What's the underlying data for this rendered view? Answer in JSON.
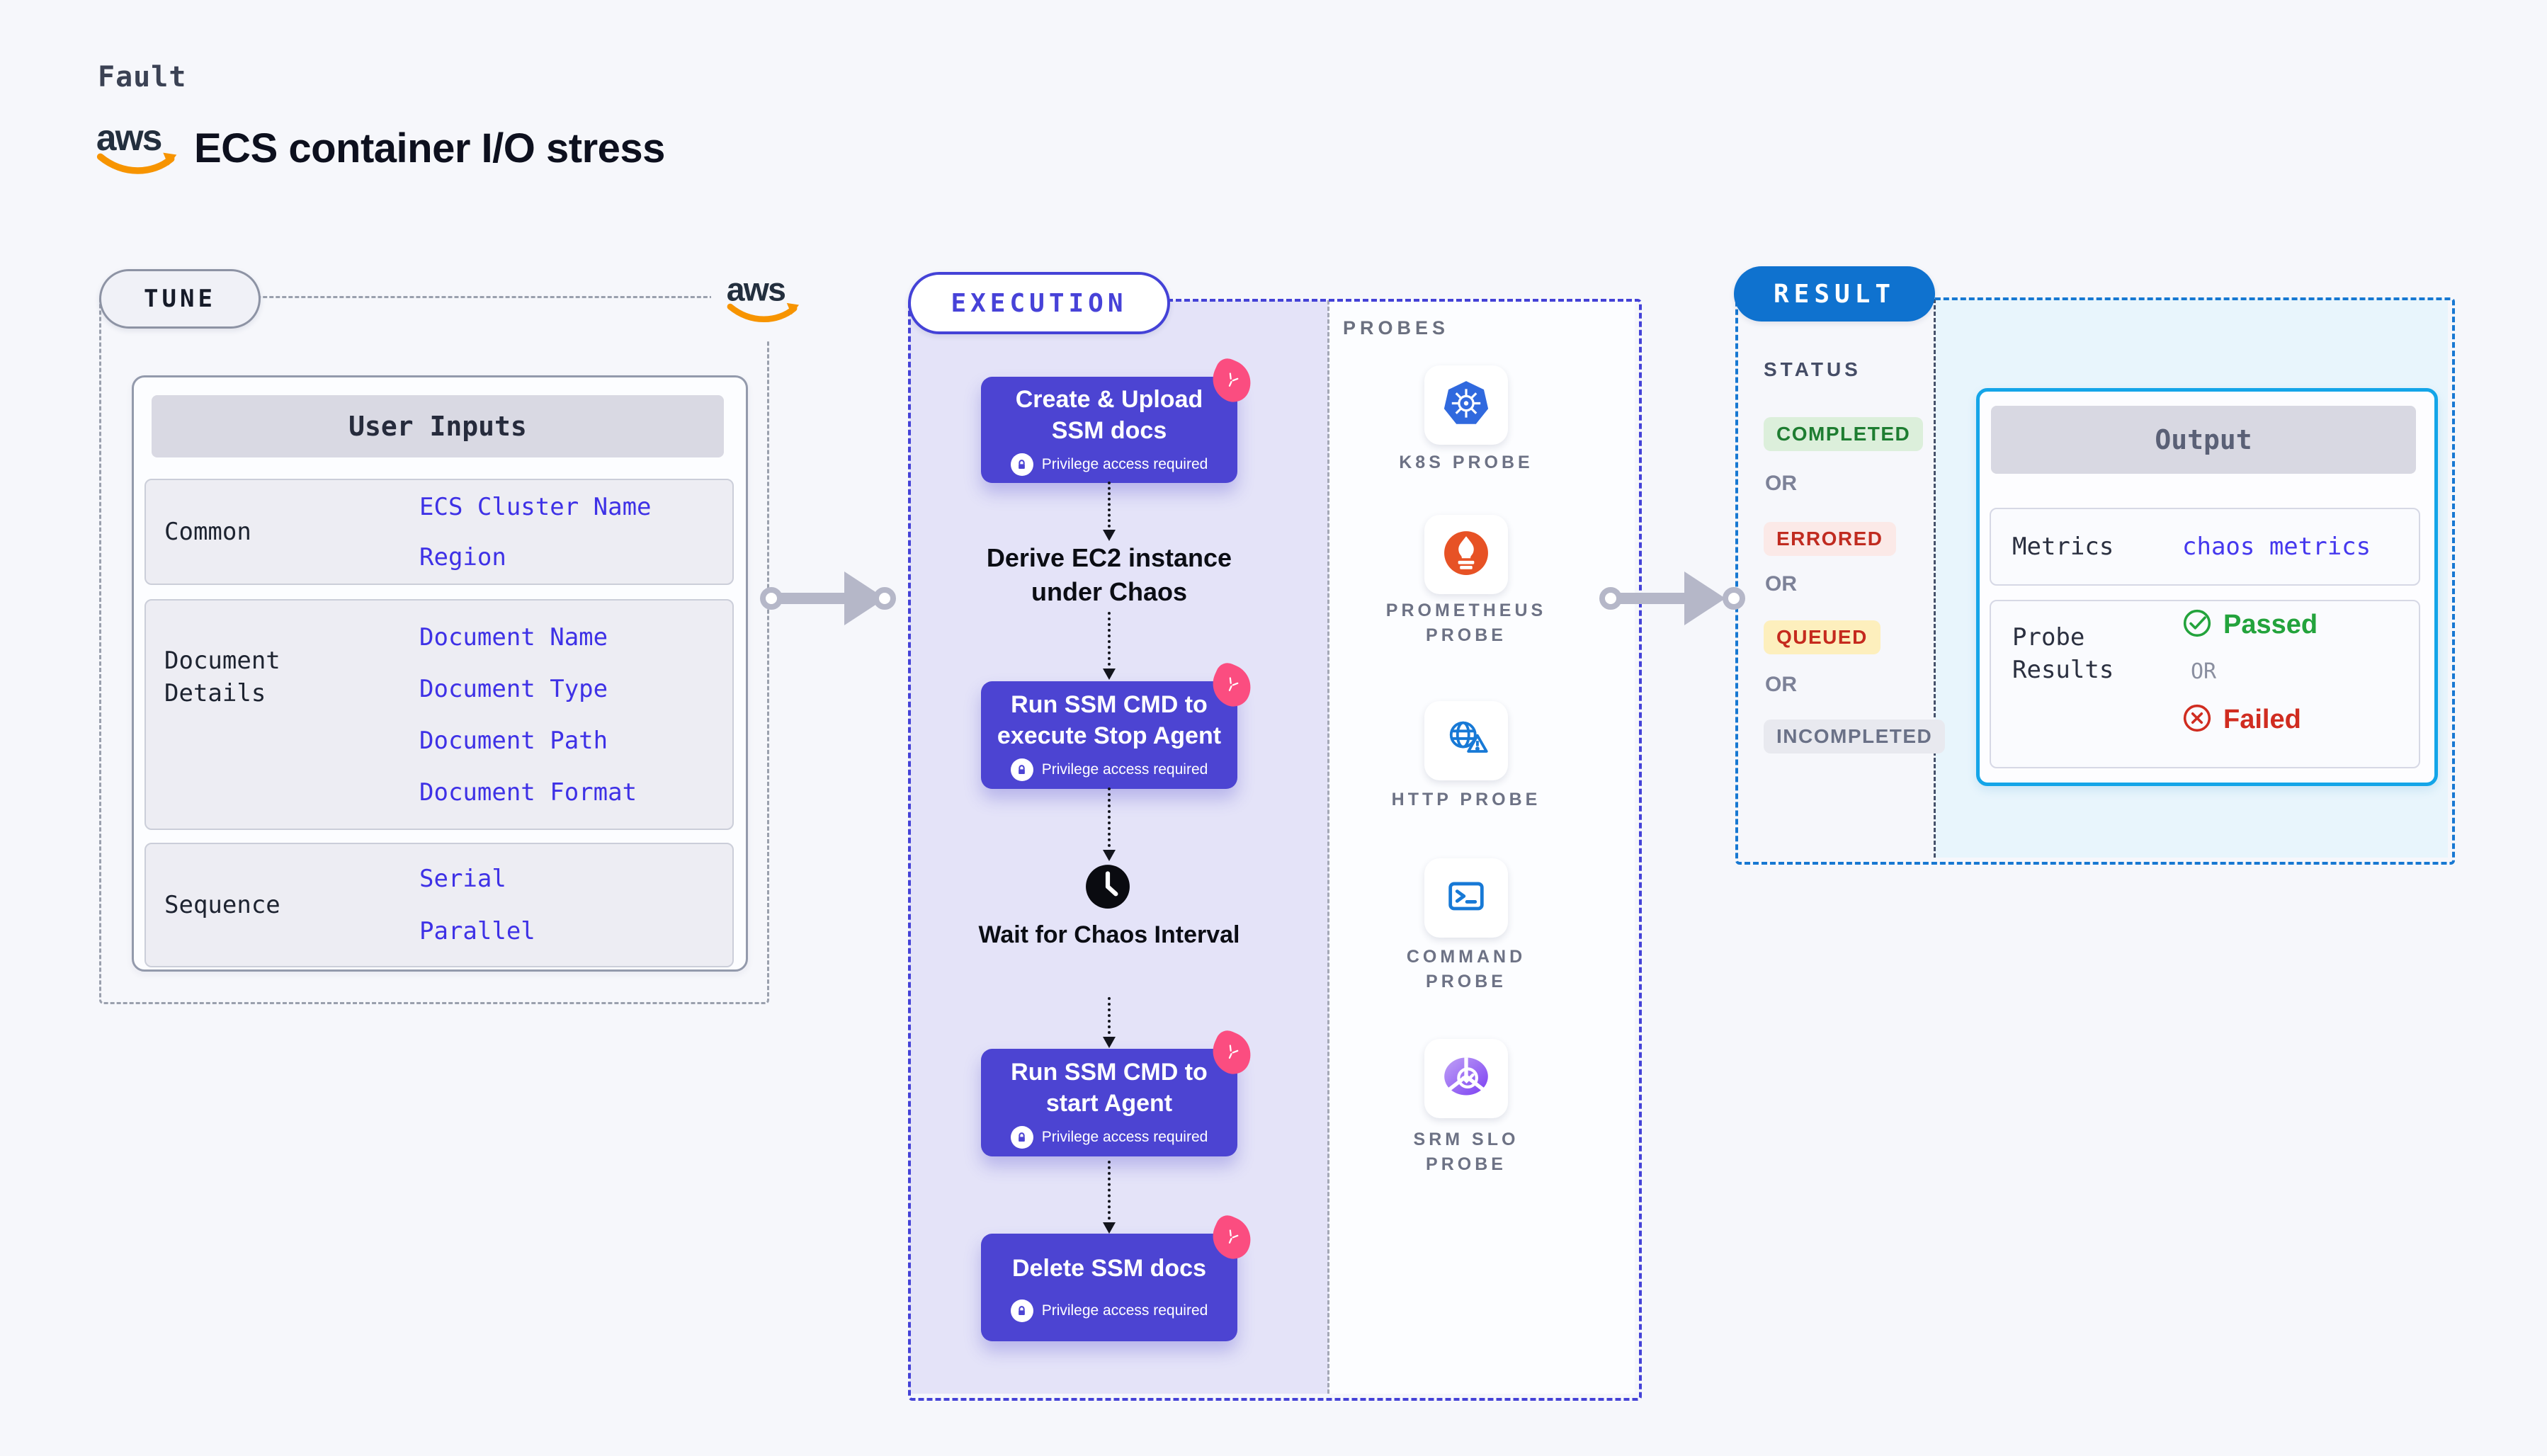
{
  "header": {
    "kicker": "Fault",
    "title": "ECS container I/O stress",
    "logo_alt": "aws"
  },
  "tune": {
    "pill": "TUNE",
    "table": {
      "title": "User Inputs",
      "rows": [
        {
          "label": "Common",
          "values": [
            "ECS Cluster Name",
            "Region"
          ]
        },
        {
          "label": "Document Details",
          "values": [
            "Document Name",
            "Document Type",
            "Document Path",
            "Document Format"
          ]
        },
        {
          "label": "Sequence",
          "values": [
            "Serial",
            "Parallel"
          ]
        }
      ]
    }
  },
  "execution": {
    "pill": "EXECUTION",
    "privilege_note": "Privilege access required",
    "steps": [
      {
        "kind": "box",
        "title": "Create & Upload SSM docs",
        "privileged": true
      },
      {
        "kind": "label",
        "title": "Derive EC2 instance under Chaos"
      },
      {
        "kind": "box",
        "title": "Run SSM CMD to execute Stop Agent",
        "privileged": true
      },
      {
        "kind": "wait",
        "title": "Wait for Chaos Interval"
      },
      {
        "kind": "box",
        "title": "Run SSM CMD to start Agent",
        "privileged": true
      },
      {
        "kind": "box",
        "title": "Delete SSM docs",
        "privileged": true
      }
    ],
    "probes": {
      "title": "PROBES",
      "items": [
        {
          "name": "K8S PROBE",
          "icon": "kubernetes-icon"
        },
        {
          "name": "PROMETHEUS PROBE",
          "icon": "prometheus-icon"
        },
        {
          "name": "HTTP PROBE",
          "icon": "http-globe-warning-icon"
        },
        {
          "name": "COMMAND PROBE",
          "icon": "terminal-icon"
        },
        {
          "name": "SRM SLO PROBE",
          "icon": "srm-slo-icon"
        }
      ]
    }
  },
  "result": {
    "pill": "RESULT",
    "status_title": "STATUS",
    "or_label": "OR",
    "statuses": [
      {
        "label": "COMPLETED",
        "tone": "green"
      },
      {
        "label": "ERRORED",
        "tone": "red"
      },
      {
        "label": "QUEUED",
        "tone": "yellow"
      },
      {
        "label": "INCOMPLETED",
        "tone": "gray"
      }
    ],
    "output": {
      "title": "Output",
      "metrics_label": "Metrics",
      "metrics_value": "chaos metrics",
      "probe_results_label": "Probe Results",
      "passed": "Passed",
      "or_label": "OR",
      "failed": "Failed"
    }
  },
  "colors": {
    "accent_indigo": "#4442d7",
    "step_purple": "#4c44d2",
    "result_blue": "#1778d2",
    "output_cyan": "#14a5e8",
    "value_blue": "#3e31e6",
    "chaos_pink": "#fb4d80",
    "passed_green": "#23a33c",
    "failed_red": "#d02c20",
    "aws_orange": "#f79400"
  }
}
